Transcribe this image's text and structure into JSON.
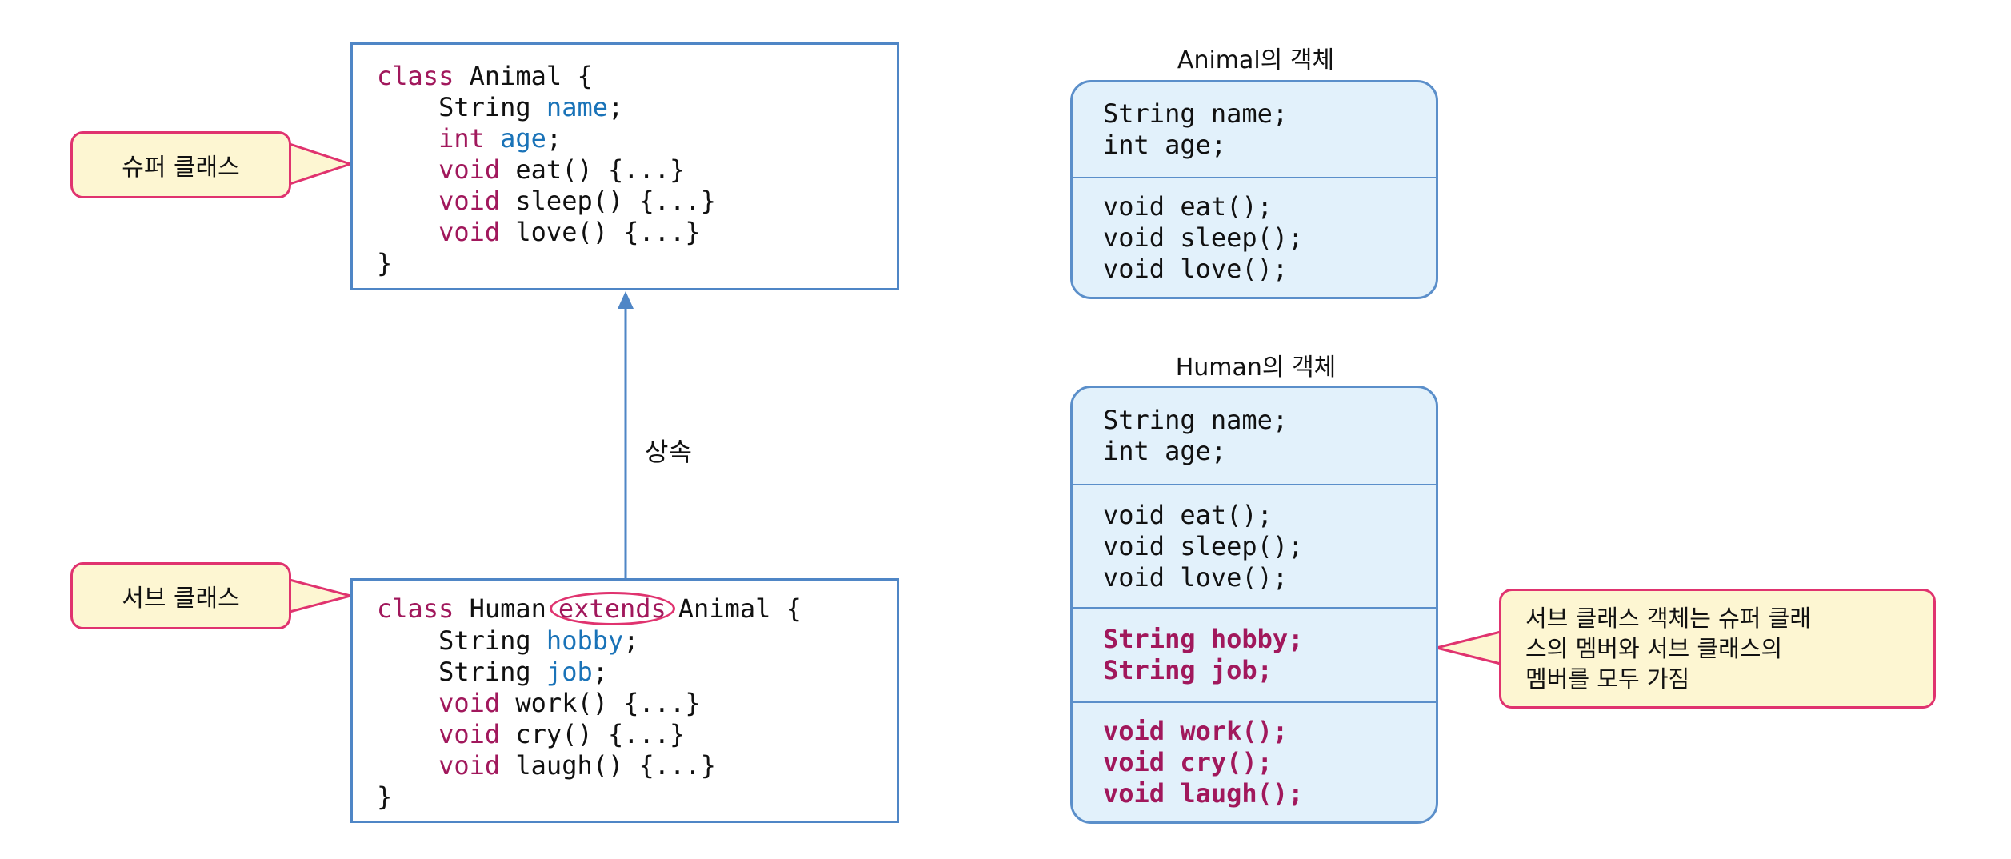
{
  "super_callout": "슈퍼 클래스",
  "sub_callout": "서브 클래스",
  "inherit_label": "상속",
  "animal_class": {
    "l1_kw": "class",
    "l1_name": " Animal {",
    "l2_type": "String",
    "l2_field": "name",
    "l2_end": ";",
    "l3_type": "int",
    "l3_field": "age",
    "l3_end": ";",
    "l4_kw": "void",
    "l4_rest": " eat() {...}",
    "l5_kw": "void",
    "l5_rest": " sleep() {...}",
    "l6_kw": "void",
    "l6_rest": " love() {...}",
    "l7": "}"
  },
  "human_class": {
    "l1_kw": "class",
    "l1_name": " Human",
    "l1_extends": "extends",
    "l1_end": "Animal {",
    "l2_type": "String",
    "l2_field": "hobby",
    "l2_end": ";",
    "l3_type": "String",
    "l3_field": "job",
    "l3_end": ";",
    "l4_kw": "void",
    "l4_rest": " work() {...}",
    "l5_kw": "void",
    "l5_rest": " cry() {...}",
    "l6_kw": "void",
    "l6_rest": " laugh() {...}",
    "l7": "}"
  },
  "animal_obj": {
    "title": "Animal의 객체",
    "fields": [
      "String name;",
      "int age;"
    ],
    "methods": [
      "void eat();",
      "void sleep();",
      "void love();"
    ]
  },
  "human_obj": {
    "title": "Human의 객체",
    "fields": [
      "String name;",
      "int age;"
    ],
    "methods": [
      "void eat();",
      "void sleep();",
      "void love();"
    ],
    "own_fields": [
      "String hobby;",
      "String job;"
    ],
    "own_methods": [
      "void work();",
      "void cry();",
      "void laugh();"
    ]
  },
  "note_callout": [
    "서브 클래스 객체는 슈퍼 클래",
    "스의 멤버와 서브 클래스의",
    "멤버를 모두 가짐"
  ]
}
